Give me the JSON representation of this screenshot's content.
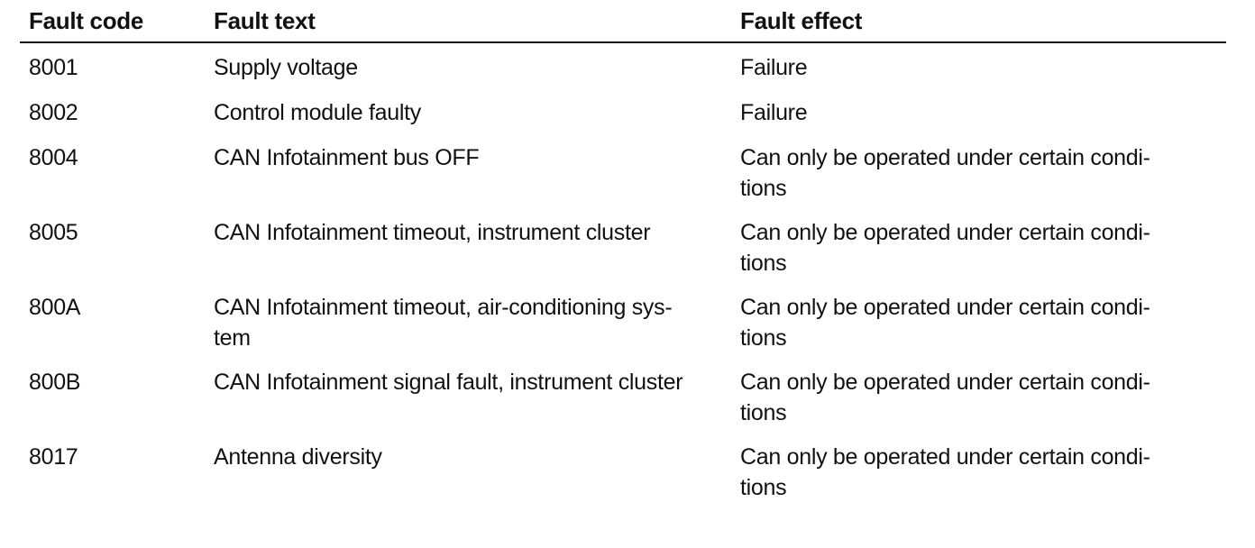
{
  "table": {
    "headers": [
      "Fault code",
      "Fault text",
      "Fault effect"
    ],
    "rows": [
      {
        "code": "8001",
        "text": "Supply voltage",
        "effect": "Failure"
      },
      {
        "code": "8002",
        "text": "Control module faulty",
        "effect": "Failure"
      },
      {
        "code": "8004",
        "text": "CAN Infotainment bus OFF",
        "effect": "Can only be operated under certain condi-\ntions"
      },
      {
        "code": "8005",
        "text": "CAN Infotainment timeout, instrument cluster",
        "effect": "Can only be operated under certain condi-\ntions"
      },
      {
        "code": "800A",
        "text": "CAN Infotainment timeout, air-conditioning sys-\ntem",
        "effect": "Can only be operated under certain condi-\ntions"
      },
      {
        "code": "800B",
        "text": "CAN Infotainment signal fault, instrument cluster",
        "effect": "Can only be operated under certain condi-\ntions"
      },
      {
        "code": "8017",
        "text": "Antenna diversity",
        "effect": "Can only be operated under certain condi-\ntions"
      }
    ]
  }
}
